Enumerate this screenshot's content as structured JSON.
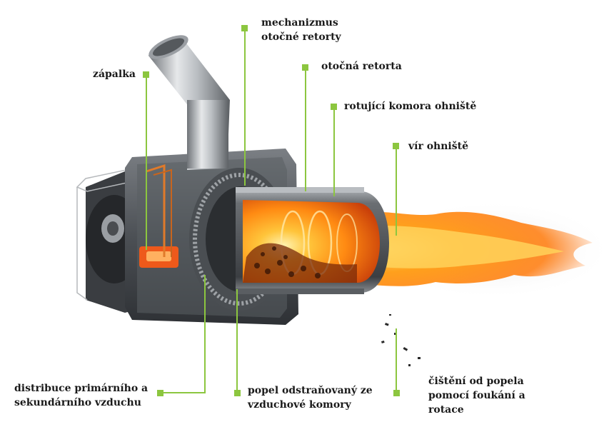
{
  "colors": {
    "accent": "#8cc63f",
    "text": "#1a1a1a",
    "flame": "#ff8c1a"
  },
  "labels": {
    "mechanism": {
      "line1": "mechanizmus",
      "line2": "otočné retorty"
    },
    "igniter": "zápalka",
    "rotating_retort": "otočná retorta",
    "rotating_chamber": "rotující komora ohniště",
    "vortex": "vír ohniště",
    "air_distribution": {
      "line1": "distribuce primárního a",
      "line2": "sekundárního vzduchu"
    },
    "ash_removed": {
      "line1": "popel odstraňovaný ze",
      "line2": "vzduchové komory"
    },
    "ash_cleaning": {
      "line1": "čištění od popela",
      "line2": "pomocí foukání a",
      "line3": "rotace"
    }
  }
}
